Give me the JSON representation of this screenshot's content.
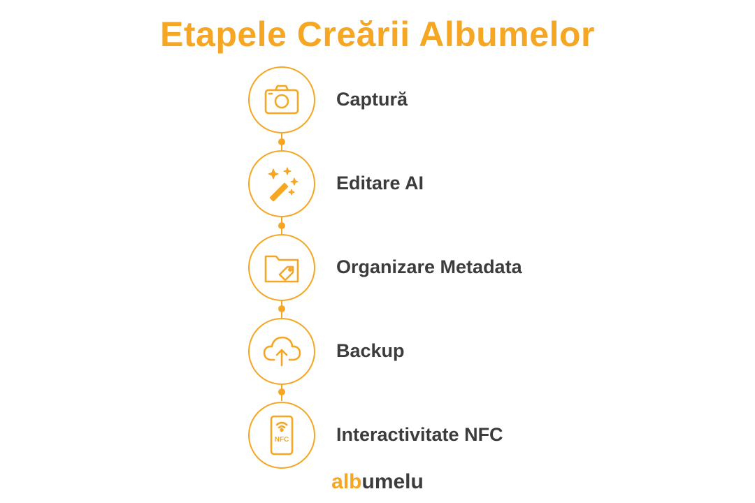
{
  "title": "Etapele Creării Albumelor",
  "accent_color": "#f5a623",
  "text_color": "#3c3c3c",
  "steps": [
    {
      "label": "Captură",
      "icon": "camera-icon"
    },
    {
      "label": "Editare AI",
      "icon": "magic-wand-icon"
    },
    {
      "label": "Organizare Metadata",
      "icon": "folder-tag-icon"
    },
    {
      "label": "Backup",
      "icon": "cloud-upload-icon"
    },
    {
      "label": "Interactivitate NFC",
      "icon": "nfc-phone-icon"
    }
  ],
  "nfc_icon_text": "NFC",
  "logo": {
    "text": "albumelu",
    "part1": "alb",
    "part2": "umelu"
  }
}
